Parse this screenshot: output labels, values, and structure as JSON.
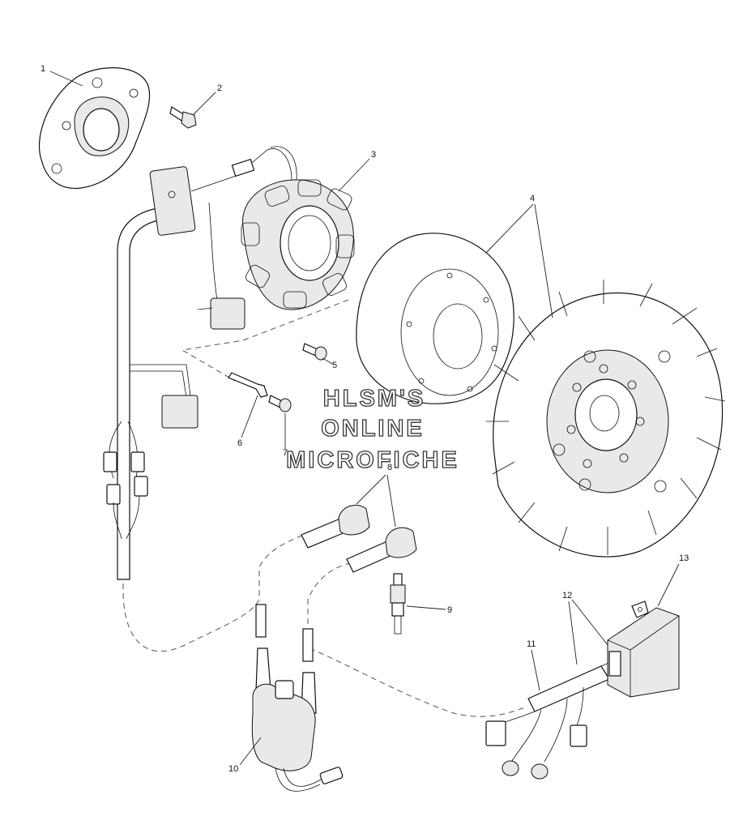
{
  "watermark": {
    "line1": "HLSM'S",
    "line2": "ONLINE",
    "line3": "MICROFICHE"
  },
  "callouts": {
    "c1": "1",
    "c2": "2",
    "c3": "3",
    "c4": "4",
    "c5": "5",
    "c6": "6",
    "c7": "7",
    "c8": "8",
    "c9": "9",
    "c10": "10",
    "c11": "11",
    "c12": "12",
    "c13": "13"
  }
}
